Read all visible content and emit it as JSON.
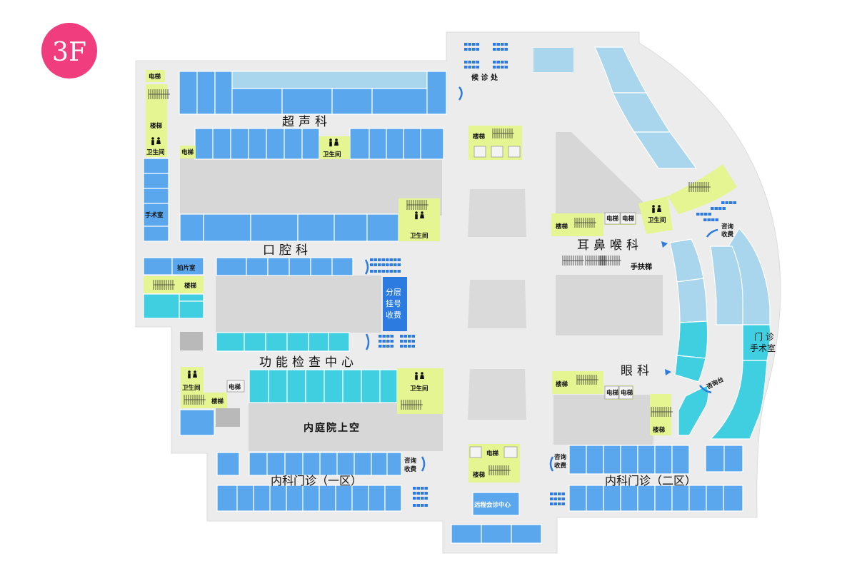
{
  "floor": {
    "label": "3F"
  },
  "colors": {
    "floor": "#ececec",
    "room_blue": "#5aa7ee",
    "room_light_blue": "#a9d6ec",
    "room_cyan": "#3fcfe0",
    "gray_area": "#d7d7d7",
    "service": "#e4f592",
    "badge": "#f03d7e",
    "seat": "#2b7be0"
  },
  "departments": {
    "ultrasound": "超声科",
    "dental": "口腔科",
    "function_center": "功能检查中心",
    "ent": "耳鼻喉科",
    "ophthalmology": "眼科",
    "courtyard": "内庭院上空",
    "internal_1": "内科门诊（一区）",
    "internal_2": "内科门诊（二区）",
    "outpatient_surgery_line1": "门 诊",
    "outpatient_surgery_line2": "手术室"
  },
  "facilities": {
    "elevator": "电梯",
    "stairs": "楼梯",
    "restroom": "卫生间",
    "operating_room": "手术室",
    "xray_room": "拍片室",
    "escalator": "手扶梯",
    "waiting_area": "候 诊 处",
    "registration_line1": "分层",
    "registration_line2": "挂号",
    "registration_line3": "收费",
    "consult_line1": "咨询",
    "consult_line2": "收费",
    "consult_desk": "咨询台",
    "telemedicine": "远程会诊中心"
  }
}
